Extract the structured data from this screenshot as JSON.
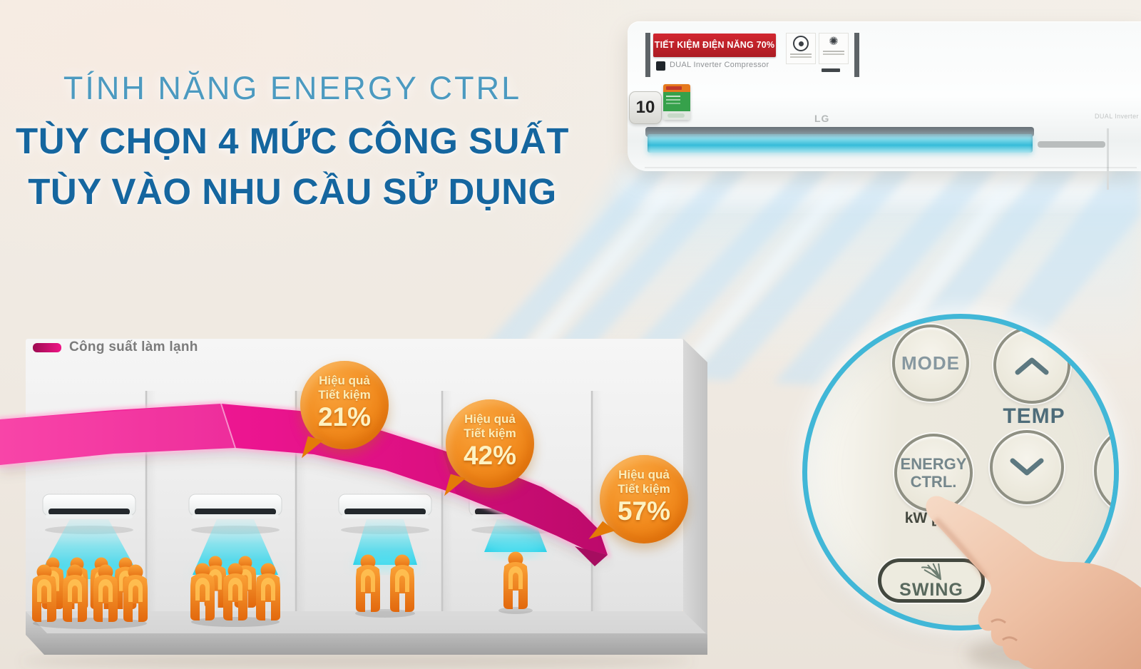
{
  "title": {
    "line1": "TÍNH NĂNG ENERGY CTRL",
    "line2": "TÙY CHỌN 4 MỨC CÔNG SUẤT",
    "line3": "TÙY VÀO NHU CẦU SỬ DỤNG"
  },
  "ac_unit": {
    "energy_banner": "TIẾT KIỆM ĐIỆN NĂNG 70%",
    "compressor_label": "DUAL Inverter Compressor",
    "brand": "LG",
    "side_label": "DUAL Inverter",
    "warranty_badge": "10"
  },
  "chart_data": {
    "type": "area",
    "title": "",
    "legend": "Công suất làm lạnh",
    "description": "Dải băng hồng thể hiện công suất làm lạnh giảm dần theo 4 mức Energy Control; số người mỗi phòng thể hiện nhu cầu sử dụng",
    "levels": [
      {
        "level": 1,
        "capacity_pct": 100,
        "saving_label": null,
        "people": 8
      },
      {
        "level": 2,
        "capacity_pct": 79,
        "saving_label": "21%",
        "people": 5
      },
      {
        "level": 3,
        "capacity_pct": 58,
        "saving_label": "42%",
        "people": 2
      },
      {
        "level": 4,
        "capacity_pct": 43,
        "saving_label": "57%",
        "people": 1
      }
    ],
    "badges": [
      {
        "line1": "Hiệu quả",
        "line2": "Tiết kiệm",
        "percent": "21%"
      },
      {
        "line1": "Hiệu quả",
        "line2": "Tiết kiệm",
        "percent": "42%"
      },
      {
        "line1": "Hiệu quả",
        "line2": "Tiết kiệm",
        "percent": "57%"
      }
    ],
    "colors": {
      "ribbon_pink": "#ec1590",
      "badge_orange": "#f0851c",
      "airflow_cyan": "#25d3e9"
    }
  },
  "remote": {
    "mode_label": "MODE",
    "temp_label": "TEMP",
    "energy_label_line1": "ENERGY",
    "energy_label_line2": "CTRL.",
    "kw_label": "kW [3 s]",
    "swing_label": "SWING",
    "ring_color": "#41b7d7"
  }
}
